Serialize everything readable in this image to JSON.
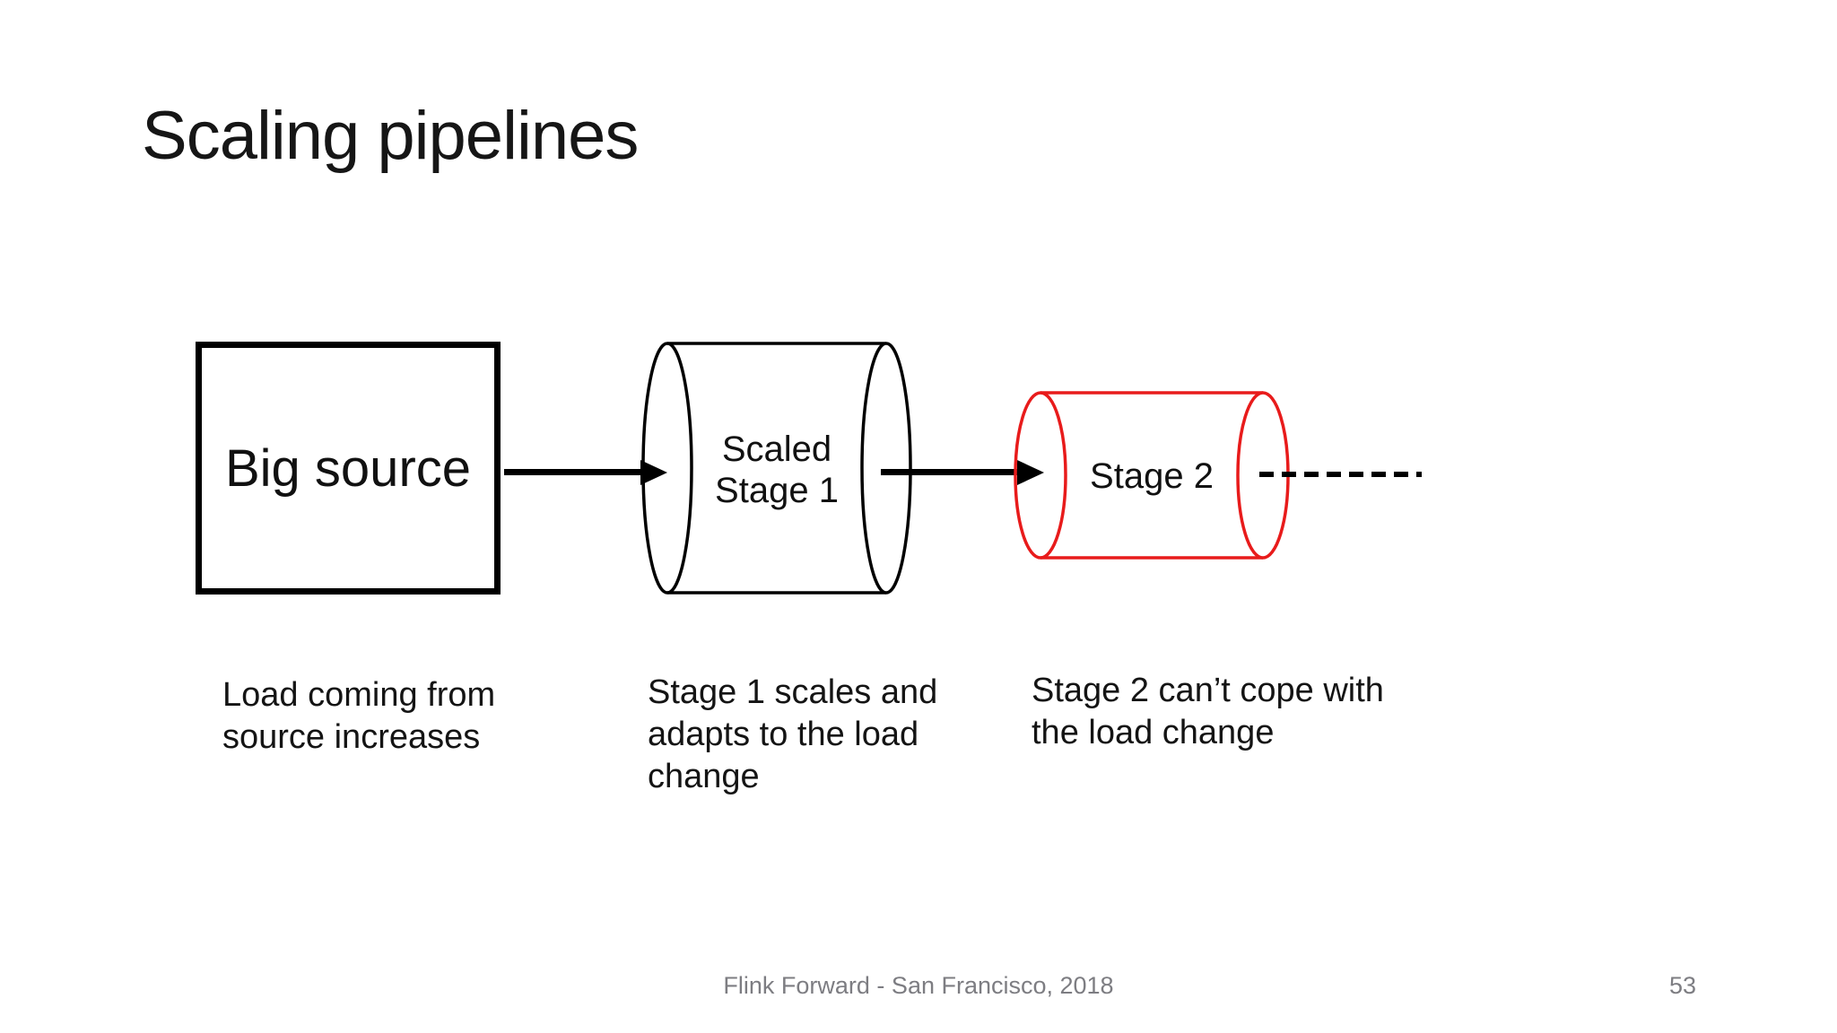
{
  "slide": {
    "title": "Scaling pipelines",
    "diagram": {
      "source_box": {
        "label": "Big source"
      },
      "stage1_cylinder": {
        "label_lines": [
          "Scaled",
          "Stage 1"
        ]
      },
      "stage2_cylinder": {
        "label": "Stage 2"
      },
      "captions": {
        "source": [
          "Load coming from",
          "source increases"
        ],
        "stage1": [
          "Stage 1 scales and",
          "adapts to the load",
          "change"
        ],
        "stage2": [
          "Stage 2 can’t cope with",
          "the load change"
        ]
      },
      "colors": {
        "shape_stroke": "#000000",
        "stage2_stroke": "#e81b1b",
        "text": "#141414",
        "footer_text": "#7d7d82"
      }
    },
    "footer": {
      "text": "Flink Forward - San Francisco, 2018",
      "page_number": "53"
    }
  }
}
